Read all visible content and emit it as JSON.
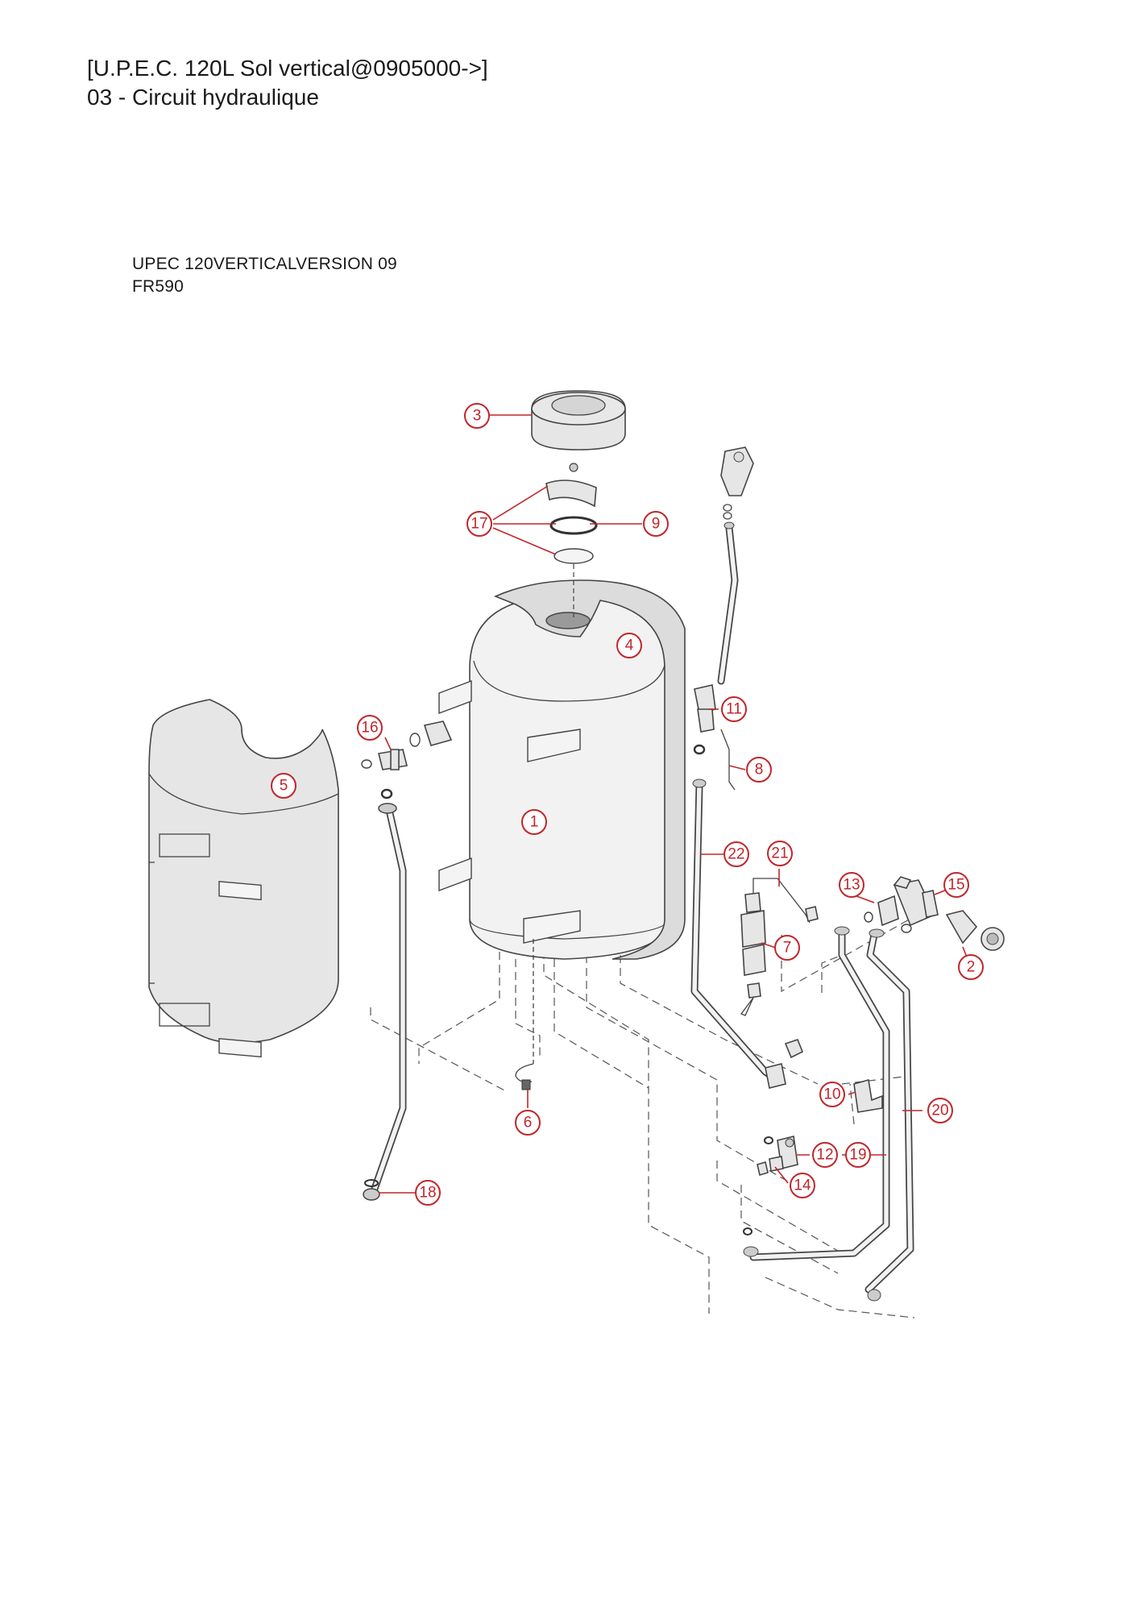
{
  "header": {
    "line1": "[U.P.E.C. 120L Sol vertical@0905000->]",
    "line2": "03 - Circuit hydraulique"
  },
  "subheader": {
    "line1": "UPEC 120VERTICALVERSION 09",
    "line2": "FR590"
  },
  "callouts": [
    "1",
    "2",
    "3",
    "4",
    "5",
    "6",
    "7",
    "8",
    "9",
    "10",
    "11",
    "12",
    "13",
    "14",
    "15",
    "16",
    "17",
    "18",
    "19",
    "20",
    "21",
    "22"
  ],
  "colors": {
    "callout": "#c0262b",
    "outline": "#444444",
    "fill": "#e6e6e6"
  }
}
